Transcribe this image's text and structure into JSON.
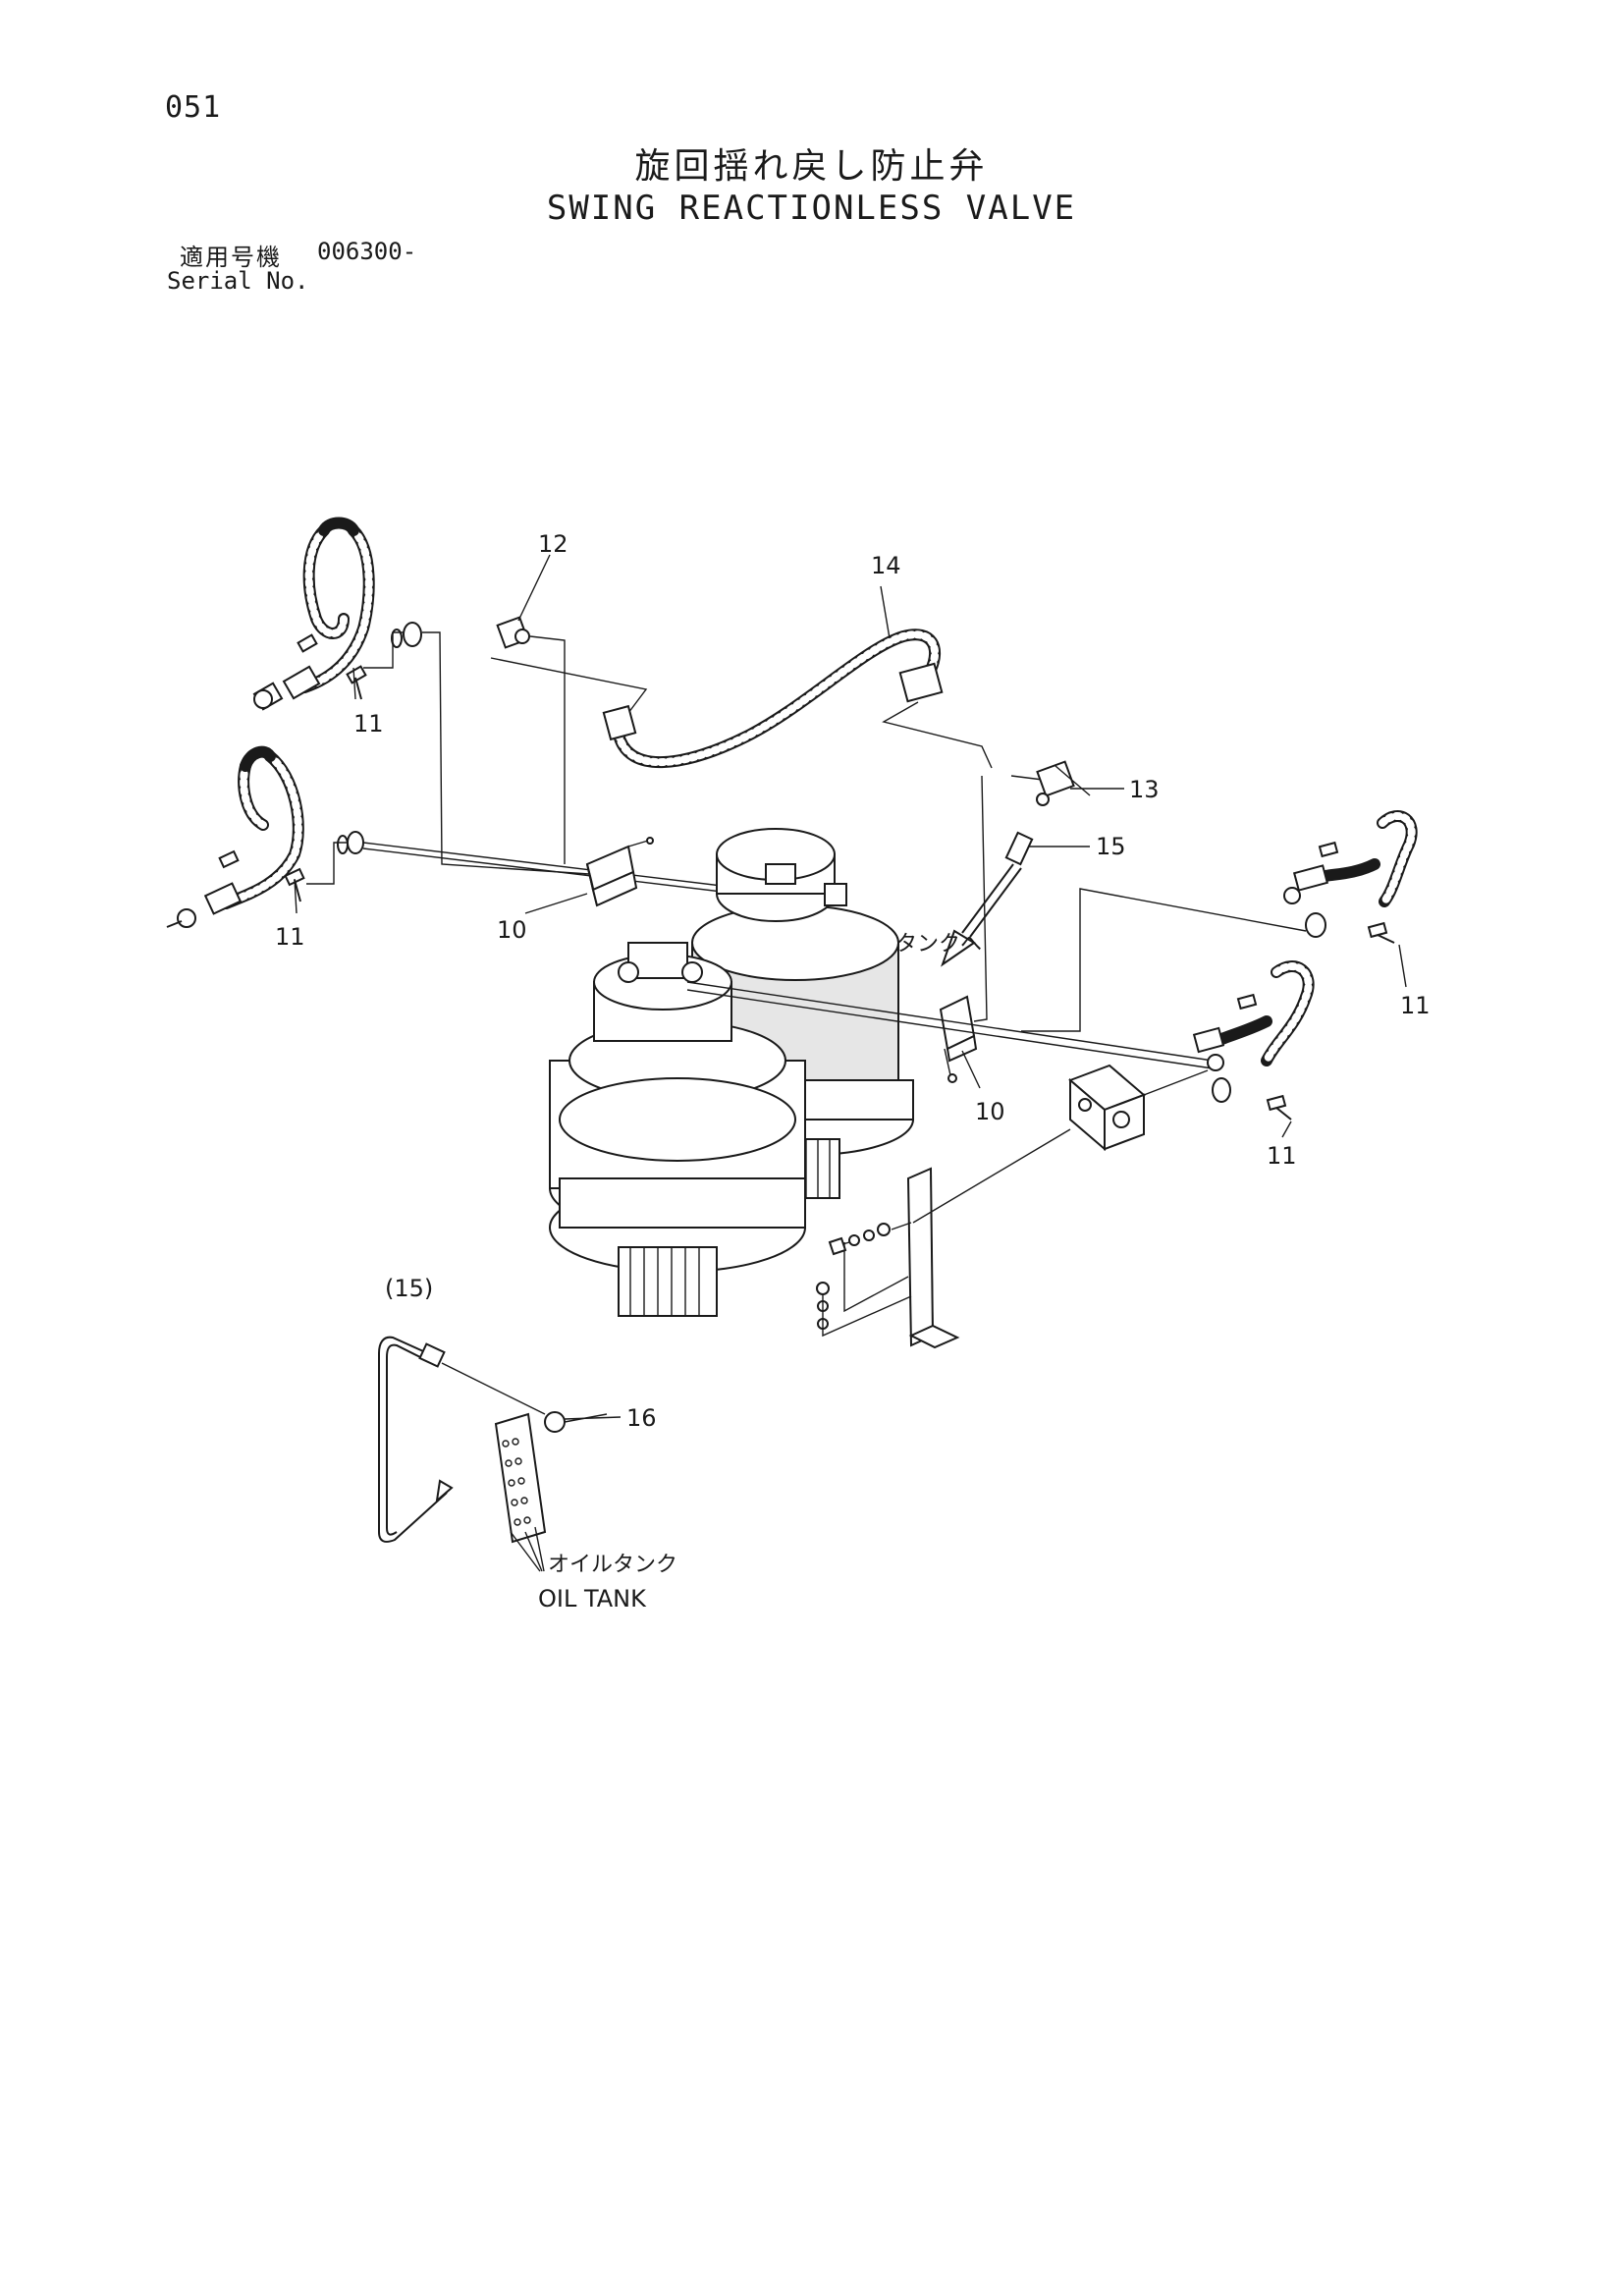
{
  "header": {
    "page_number": "051",
    "title_jp": "旋回揺れ戻し防止弁",
    "title_en": "SWING REACTIONLESS VALVE",
    "serial_label_jp": "適用号機",
    "serial_value": "006300-",
    "serial_label_en": "Serial No."
  },
  "callouts": {
    "c10a": "10",
    "c10b": "10",
    "c11a": "11",
    "c11b": "11",
    "c11c": "11",
    "c11d": "11",
    "c12": "12",
    "c13": "13",
    "c14": "14",
    "c15": "15",
    "c15ref": "(15)",
    "c16": "16"
  },
  "annotations": {
    "to_tank_jp": "タンクへ",
    "oil_tank_jp": "オイルタンク",
    "oil_tank_en": "OIL TANK"
  }
}
